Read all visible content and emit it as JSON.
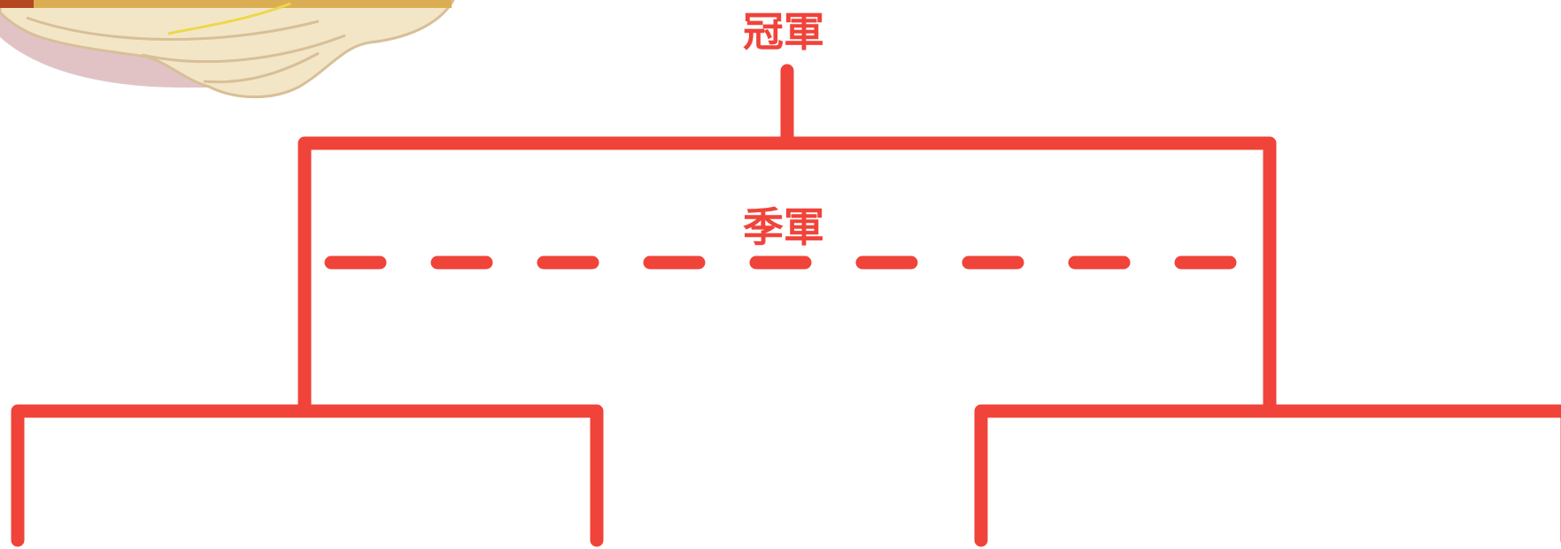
{
  "colors": {
    "bracket_line": "#f0433a",
    "label_text": "#f0433a",
    "decoration_shadow": "#e1c3c6",
    "decoration_noodle": "#f3e6c6",
    "decoration_noodle_stroke": "#d8bf98",
    "decoration_bowl": "#dcae54"
  },
  "labels": {
    "champion": "冠軍",
    "third_place": "季軍"
  },
  "decoration": {
    "icon": "noodle-bowl-illustration"
  }
}
